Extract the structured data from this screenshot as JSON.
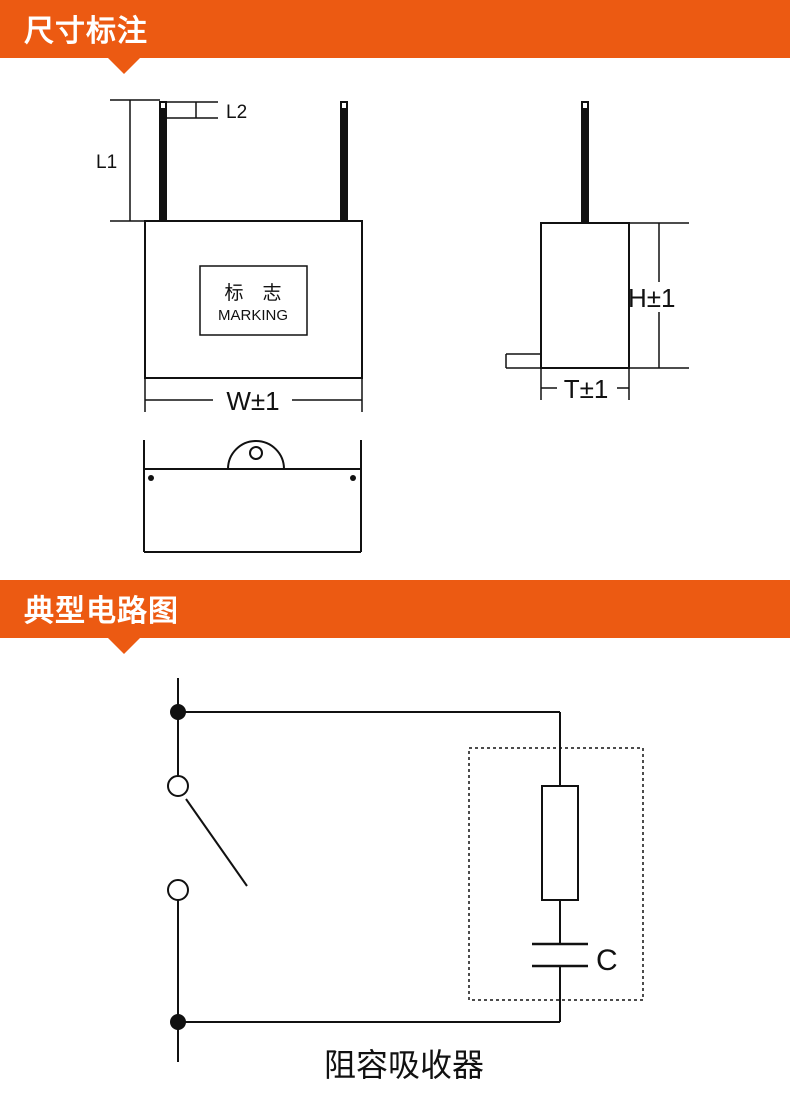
{
  "sections": {
    "dimensions": {
      "title": "尺寸标注"
    },
    "circuit": {
      "title": "典型电路图"
    }
  },
  "drawing": {
    "l1": "L1",
    "l2": "L2",
    "marking_cn": "标　志",
    "marking_en": "MARKING",
    "width": "W±1",
    "height": "H±1",
    "thickness": "T±1"
  },
  "circuit": {
    "capacitor_label": "C",
    "caption": "阻容吸收器"
  },
  "colors": {
    "banner": "#ec5a12",
    "line": "#111111"
  }
}
